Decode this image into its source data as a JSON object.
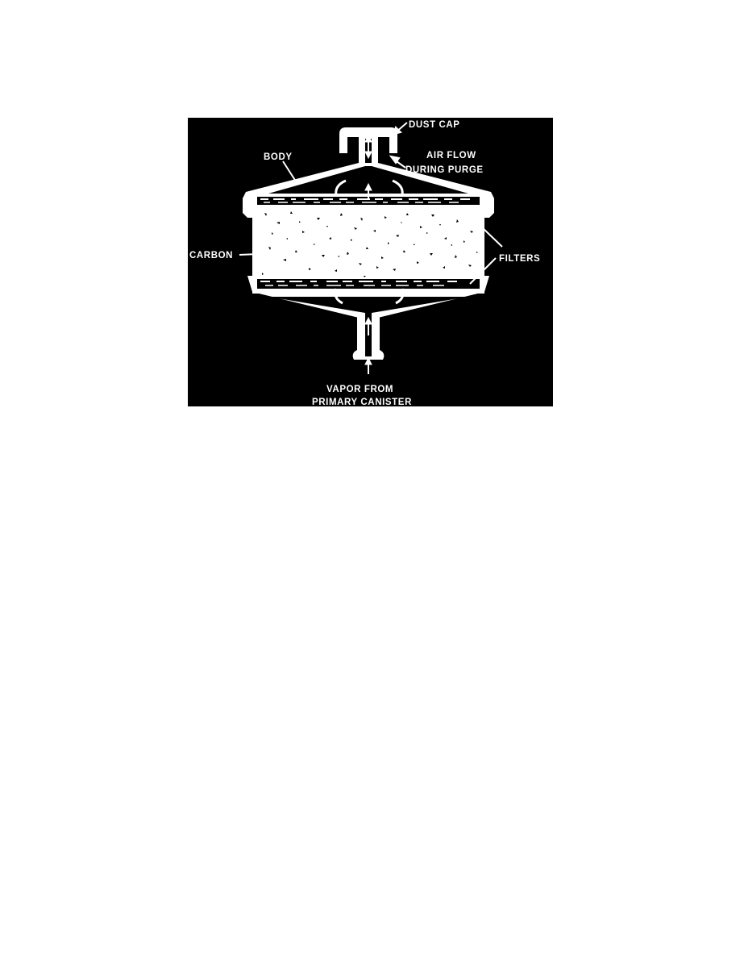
{
  "figure": {
    "background": "#000000",
    "foreground": "#ffffff",
    "labels": {
      "dust_cap": "DUST CAP",
      "air_flow_line1": "AIR FLOW",
      "air_flow_line2": "DURING PURGE",
      "body": "BODY",
      "carbon": "CARBON",
      "filters": "FILTERS",
      "vapor_line1": "VAPOR FROM",
      "vapor_line2": "PRIMARY CANISTER"
    }
  }
}
